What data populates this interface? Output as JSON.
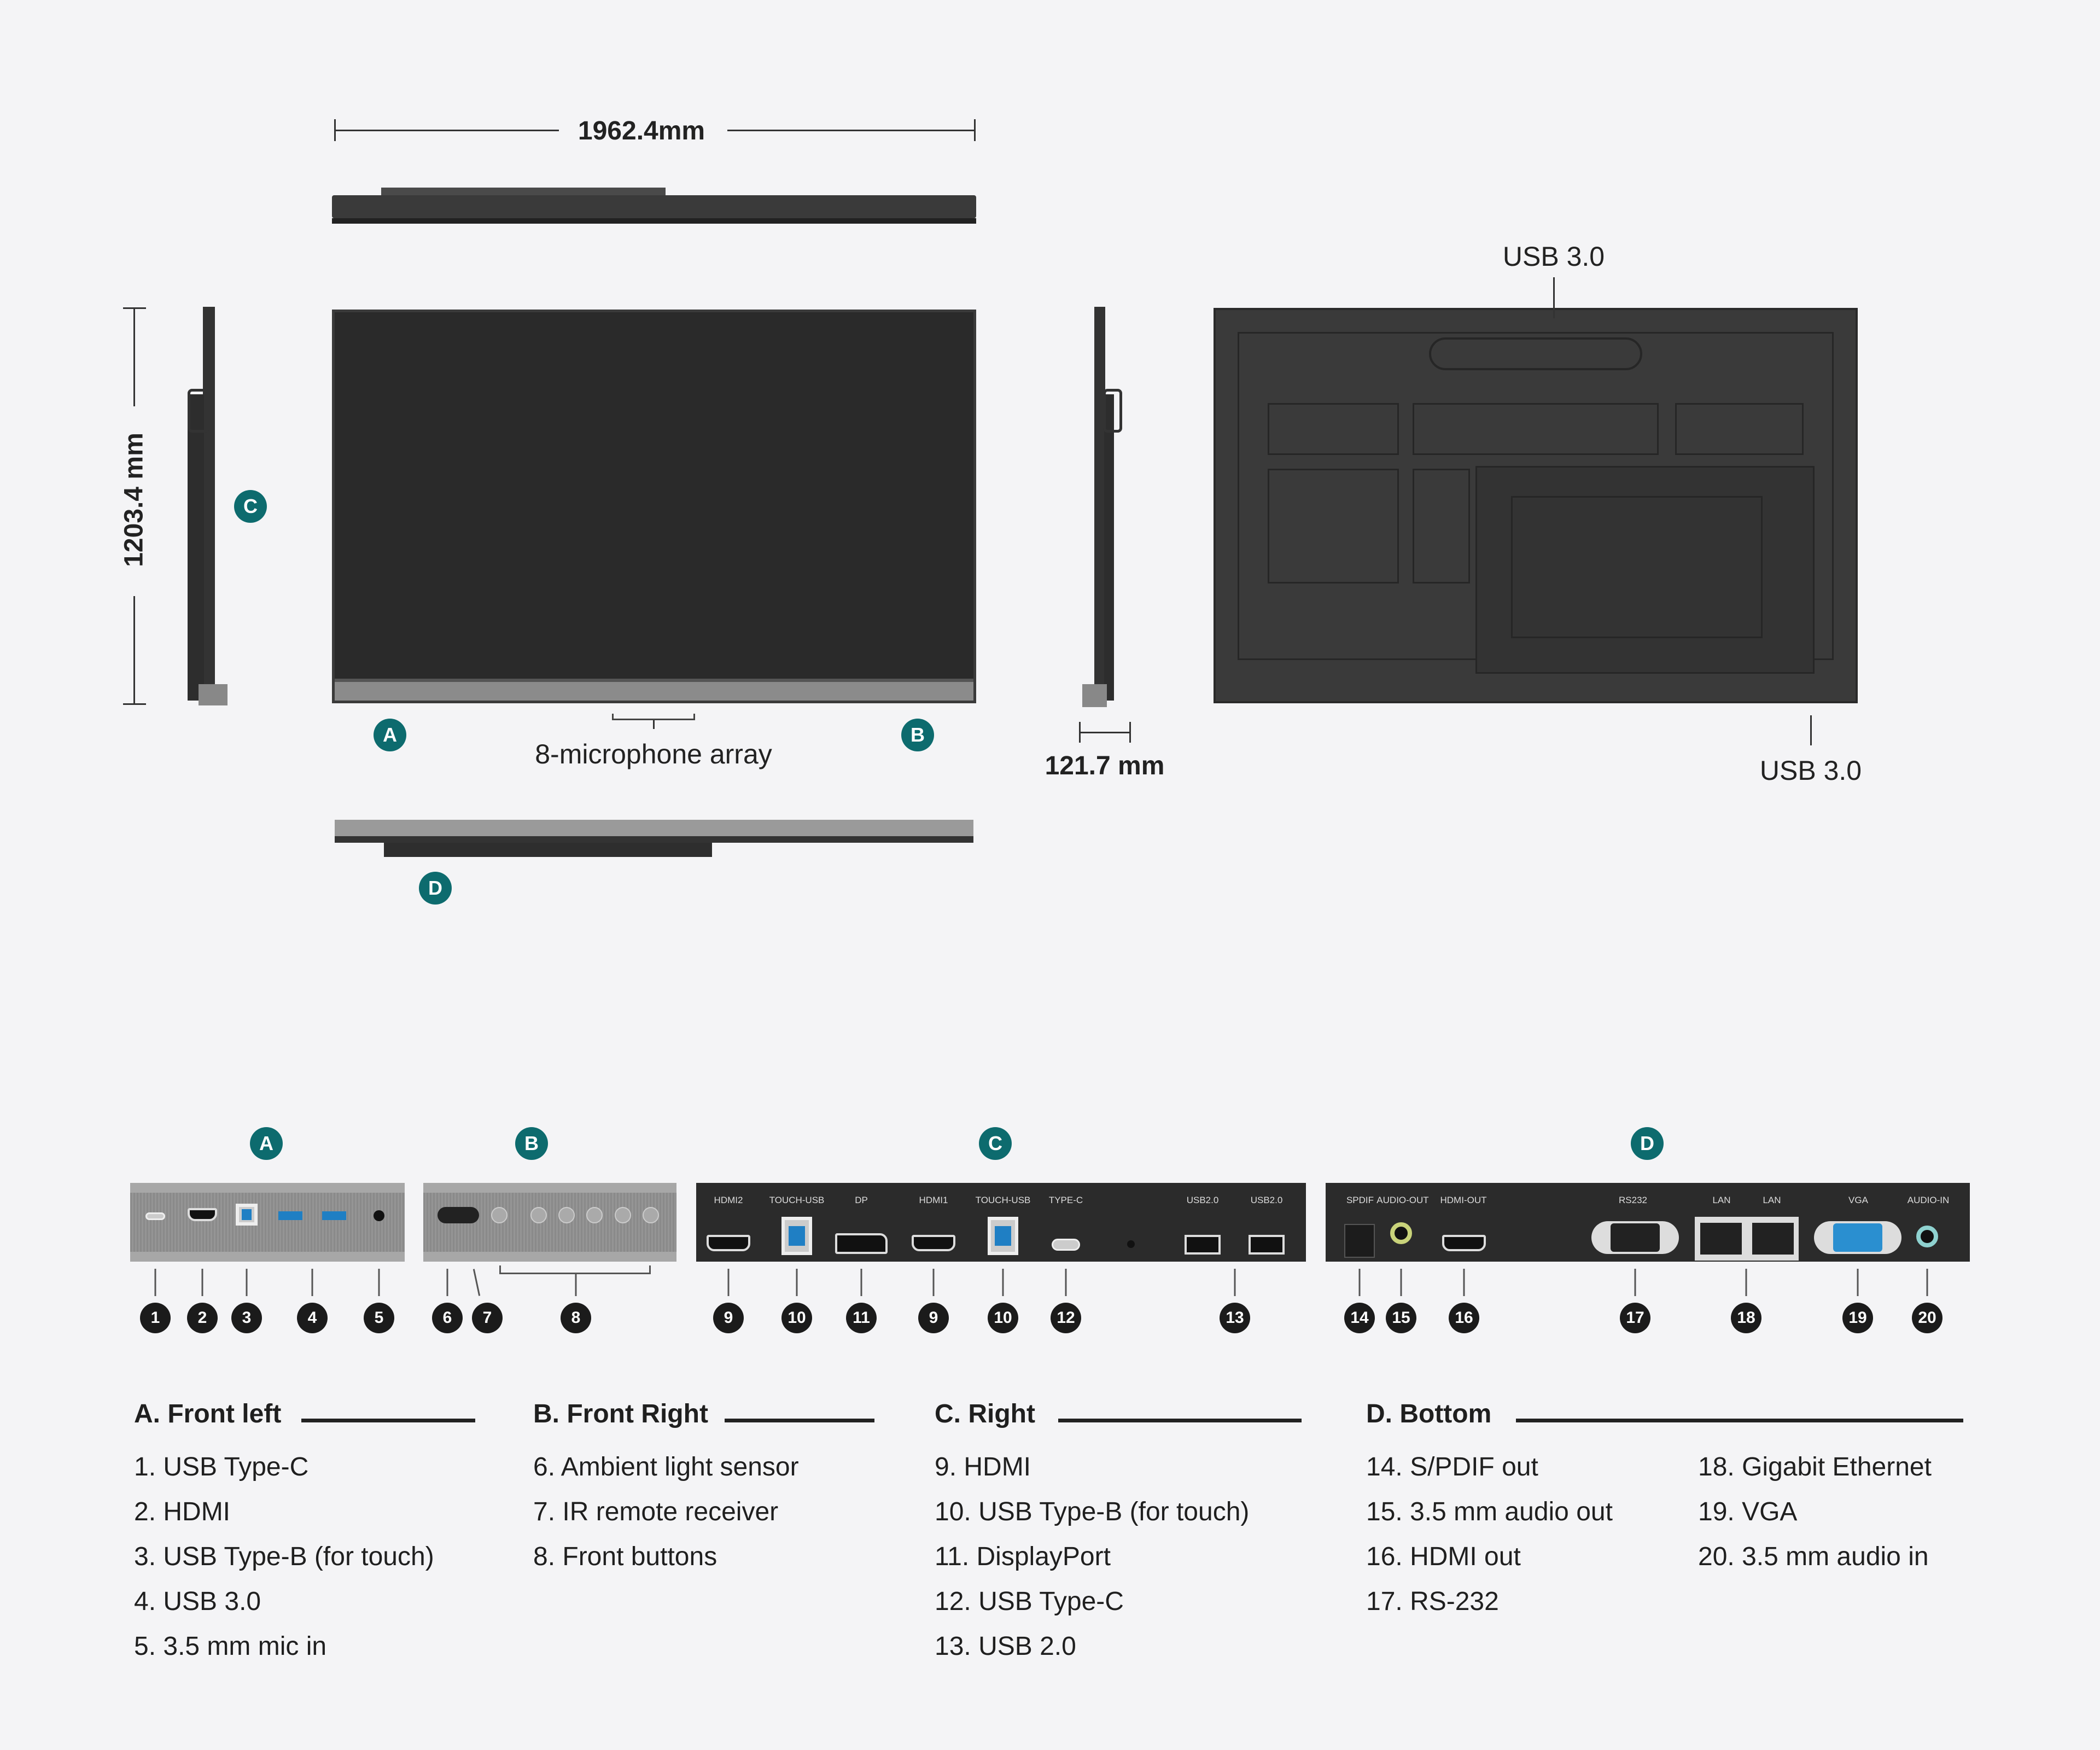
{
  "dimensions": {
    "width": "1962.4mm",
    "height": "1203.4 mm",
    "depth": "121.7 mm"
  },
  "callouts": {
    "mic_array": "8-microphone array",
    "usb_top": "USB 3.0",
    "usb_bottom": "USB 3.0"
  },
  "badges": {
    "a": "A",
    "b": "B",
    "c": "C",
    "d": "D"
  },
  "panel_c_labels": [
    "HDMI2",
    "TOUCH-USB",
    "DP",
    "HDMI1",
    "TOUCH-USB",
    "TYPE-C",
    "USB2.0",
    "USB2.0"
  ],
  "panel_d_labels": [
    "SPDIF",
    "AUDIO-OUT",
    "HDMI-OUT",
    "RS232",
    "LAN",
    "LAN",
    "VGA",
    "AUDIO-IN"
  ],
  "numbers": [
    "1",
    "2",
    "3",
    "4",
    "5",
    "6",
    "7",
    "8",
    "9",
    "10",
    "11",
    "9",
    "10",
    "12",
    "13",
    "14",
    "15",
    "16",
    "17",
    "18",
    "19",
    "20"
  ],
  "legend": {
    "a": {
      "title": "A. Front left",
      "items": [
        "1. USB Type-C",
        "2. HDMI",
        "3. USB Type-B (for touch)",
        "4. USB 3.0",
        "5. 3.5 mm mic in"
      ]
    },
    "b": {
      "title": "B. Front Right",
      "items": [
        "6. Ambient light sensor",
        "7. IR remote receiver",
        "8. Front buttons"
      ]
    },
    "c": {
      "title": "C. Right",
      "items": [
        "9. HDMI",
        "10. USB Type-B (for touch)",
        "11. DisplayPort",
        "12. USB Type-C",
        "13. USB 2.0"
      ]
    },
    "d": {
      "title": "D. Bottom",
      "items": [
        "14. S/PDIF out",
        "15. 3.5 mm audio out",
        "16. HDMI out",
        "17. RS-232"
      ],
      "items2": [
        "18. Gigabit Ethernet",
        "19. VGA",
        "20. 3.5 mm audio in"
      ]
    }
  },
  "colors": {
    "badge": "#0d6b6e",
    "device": "#3a3a3a"
  }
}
